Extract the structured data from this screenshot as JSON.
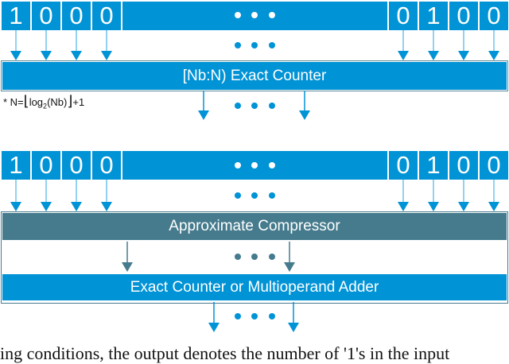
{
  "diagram_top": {
    "bits_left": [
      "1",
      "0",
      "0",
      "0"
    ],
    "bits_right": [
      "0",
      "1",
      "0",
      "0"
    ],
    "counter_label": "[Nb:N) Exact Counter",
    "footnote_prefix": "* N=",
    "footnote_log": "log",
    "footnote_sub": "2",
    "footnote_arg": "(Nb)",
    "footnote_suffix": "+1"
  },
  "diagram_bottom": {
    "bits_left": [
      "1",
      "0",
      "0",
      "0"
    ],
    "bits_right": [
      "0",
      "1",
      "0",
      "0"
    ],
    "compressor_label": "Approximate Compressor",
    "adder_label": "Exact Counter or Multioperand Adder"
  },
  "colors": {
    "blue": "#0093d6",
    "teal": "#457b8d"
  },
  "caption_fragment": "ing conditions, the output denotes the number of '1's in the input"
}
